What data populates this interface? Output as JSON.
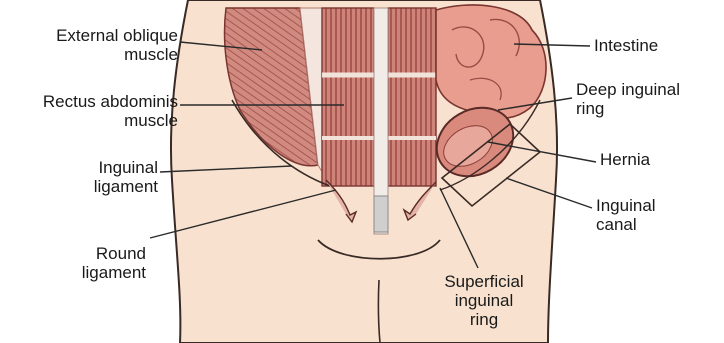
{
  "labels": {
    "external_oblique": [
      "External oblique",
      "muscle"
    ],
    "rectus_abdominis": [
      "Rectus abdominis",
      "muscle"
    ],
    "inguinal_ligament": [
      "Inguinal",
      "ligament"
    ],
    "round_ligament": [
      "Round",
      "ligament"
    ],
    "superficial_ring": [
      "Superficial",
      "inguinal",
      "ring"
    ],
    "intestine": [
      "Intestine"
    ],
    "deep_ring": [
      "Deep inguinal",
      "ring"
    ],
    "hernia": [
      "Hernia"
    ],
    "inguinal_canal": [
      "Inguinal",
      "canal"
    ]
  },
  "colors": {
    "skin": "#f8e2cf",
    "muscle": "#c97a70",
    "muscle_dark": "#8f3f3a",
    "intestine": "#e89d8f",
    "outline": "#3a2a25"
  }
}
